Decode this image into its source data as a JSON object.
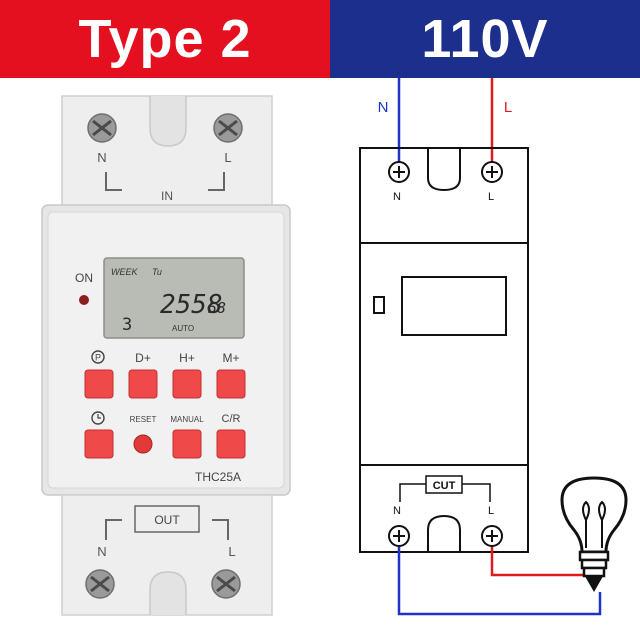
{
  "banner": {
    "left_text": "Type 2",
    "right_text": "110V"
  },
  "device": {
    "top_terminals": [
      "N",
      "L"
    ],
    "top_label": "IN",
    "bottom_label": "OUT",
    "bottom_terminals": [
      "N",
      "L"
    ],
    "on_label": "ON",
    "display": {
      "week_label": "WEEK",
      "day": "Tu",
      "time": "2558",
      "small_digits": "58",
      "left_digit": "3",
      "mode": "AUTO"
    },
    "button_row1": [
      "D+",
      "H+",
      "M+"
    ],
    "button_row2": [
      "RESET",
      "MANUAL",
      "C/R"
    ],
    "model": "THC25A"
  },
  "diagram": {
    "wire_n": "N",
    "wire_l": "L",
    "top_terminals": [
      "N",
      "L"
    ],
    "cut_label": "CUT",
    "bottom_terminals": [
      "N",
      "L"
    ]
  },
  "colors": {
    "red": "#e4101f",
    "blue": "#1c2f8c",
    "button": "#f0494a"
  }
}
